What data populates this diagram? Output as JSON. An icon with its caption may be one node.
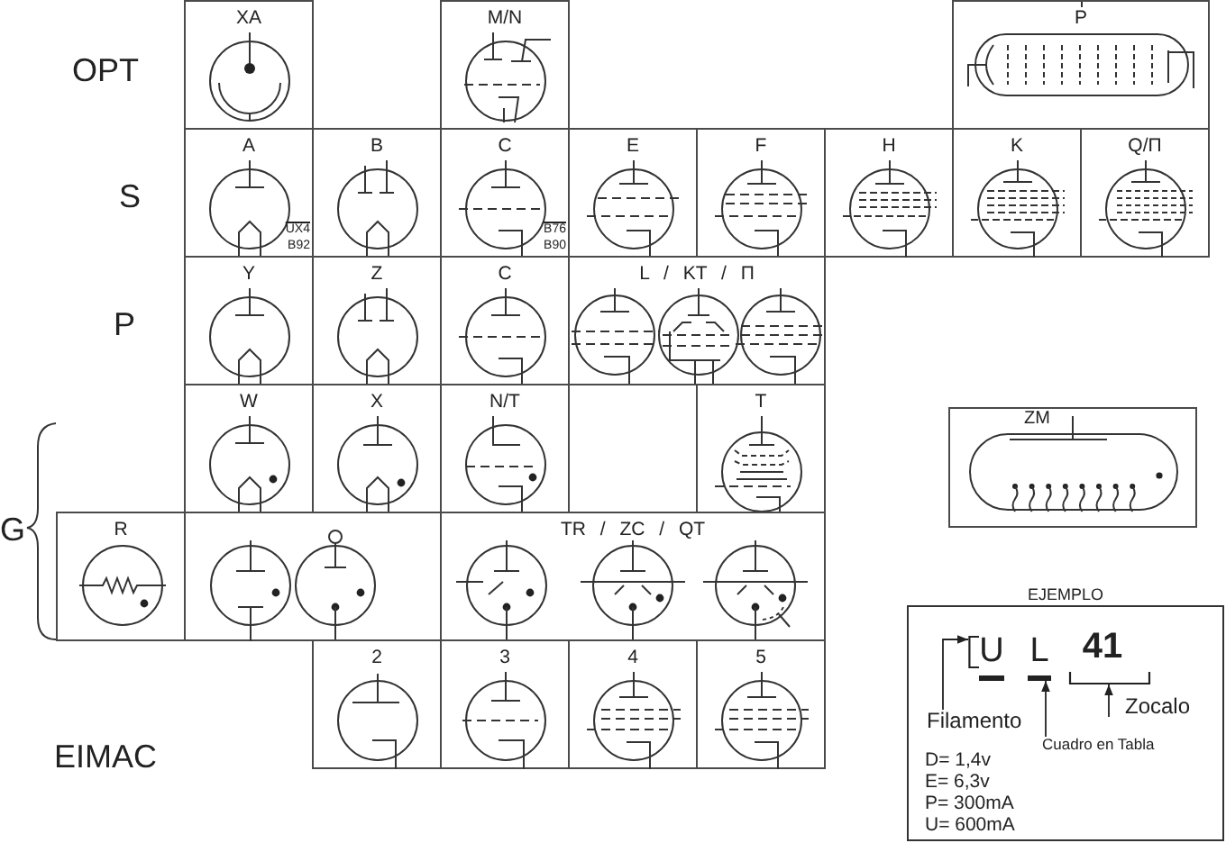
{
  "diagram": {
    "nodes": [
      {
        "text": [
          "XA"
        ]
      },
      {
        "text": [
          "M/N"
        ]
      },
      {
        "text": [
          "P"
        ]
      },
      {
        "text": [
          "A",
          "UX4",
          "B92"
        ]
      },
      {
        "text": [
          "B"
        ]
      },
      {
        "text": [
          "C",
          "B76",
          "B90"
        ]
      },
      {
        "text": [
          "E"
        ]
      },
      {
        "text": [
          "F"
        ]
      },
      {
        "text": [
          "H"
        ]
      },
      {
        "text": [
          "K"
        ]
      },
      {
        "text": [
          "Q/П"
        ]
      },
      {
        "text": [
          "Y"
        ]
      },
      {
        "text": [
          "Z"
        ]
      },
      {
        "text": [
          "C"
        ]
      },
      {
        "text": [
          "L / KT / П"
        ]
      },
      {
        "text": [
          "W"
        ]
      },
      {
        "text": [
          "X"
        ]
      },
      {
        "text": [
          "N/T"
        ]
      },
      {
        "text": [],
        "shape": "box"
      },
      {
        "text": [
          "T"
        ]
      },
      {
        "text": [
          "ZM"
        ]
      },
      {
        "text": [
          "R"
        ]
      },
      {
        "text": [],
        "shape": "box"
      },
      {
        "text": [
          "TR / ZC / QT"
        ]
      },
      {
        "text": [
          "2"
        ]
      },
      {
        "text": [
          "3"
        ]
      },
      {
        "text": [
          "4"
        ]
      },
      {
        "text": [
          "5"
        ]
      },
      {
        "text": [
          "EJEMPLO",
          "D= 1,4v",
          "E= 6,3v",
          "P= 300mA",
          "U= 600mA"
        ]
      },
      {
        "text": [],
        "shape": "bracket",
        "in": 28
      },
      {
        "text": [
          "U"
        ],
        "in": 28
      },
      {
        "text": [
          "L"
        ],
        "in": 28
      },
      {
        "text": [
          "41"
        ],
        "in": 28
      },
      {
        "text": [],
        "shape": "bracket",
        "in": 28
      },
      {
        "text": [
          "Zocalo"
        ],
        "in": 28
      },
      {
        "text": [
          "Filamento"
        ],
        "in": 28
      },
      {
        "text": [
          "Cuadro en Tabla"
        ],
        "in": 28
      }
    ],
    "edges": [
      {
        "from": 35,
        "to": 29,
        "arrow": "to"
      },
      {
        "from": 36,
        "to": 31,
        "arrow": "to"
      },
      {
        "from": 34,
        "to": 33,
        "arrow": "to"
      }
    ],
    "labels": [
      "OPT",
      "S",
      "P",
      "G",
      "EIMAC"
    ]
  }
}
